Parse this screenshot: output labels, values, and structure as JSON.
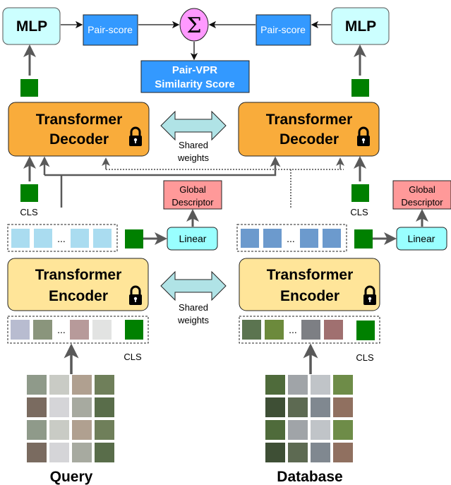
{
  "mlp_left": "MLP",
  "mlp_right": "MLP",
  "pair_score_left": "Pair-score",
  "pair_score_right": "Pair-score",
  "sum_symbol": "Σ",
  "similarity": {
    "line1": "Pair-VPR",
    "line2": "Similarity Score"
  },
  "decoder_left": {
    "line1": "Transformer",
    "line2": "Decoder"
  },
  "decoder_right": {
    "line1": "Transformer",
    "line2": "Decoder"
  },
  "encoder_left": {
    "line1": "Transformer",
    "line2": "Encoder"
  },
  "encoder_right": {
    "line1": "Transformer",
    "line2": "Encoder"
  },
  "shared_top": {
    "line1": "Shared",
    "line2": "weights"
  },
  "shared_bottom": {
    "line1": "Shared",
    "line2": "weights"
  },
  "cls": "CLS",
  "ellipsis": "...",
  "global_descriptor": {
    "line1": "Global",
    "line2": "Descriptor"
  },
  "linear": "Linear",
  "query_label": "Query",
  "database_label": "Database",
  "colors": {
    "mlp": "#ccffff",
    "pair": "#3399ff",
    "sum": "#ff99ff",
    "decoder": "#f9ac3b",
    "encoder": "#ffe599",
    "cls": "#008000",
    "query_tokens": "#aadcf0",
    "db_tokens": "#6c9acd",
    "global": "#ff9999",
    "linear": "#99ffff",
    "shared_arrow": "#b0e3e6"
  },
  "icons": [
    "lock-icon",
    "sum-icon",
    "image-grid"
  ]
}
